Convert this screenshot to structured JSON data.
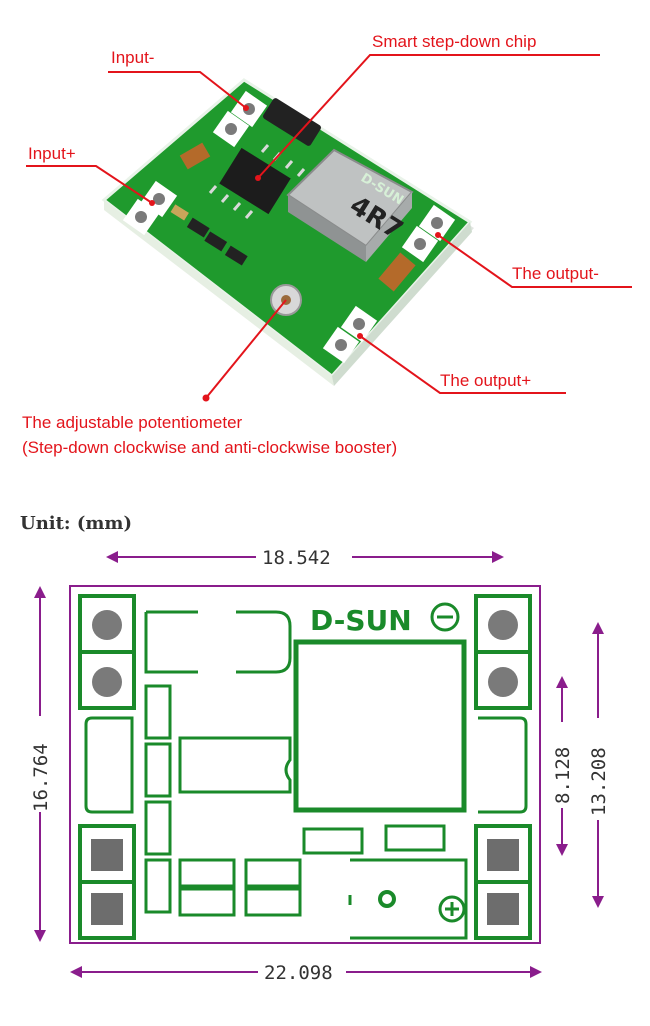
{
  "photo": {
    "labels": {
      "input_minus": "Input-",
      "smart_chip": "Smart step-down chip",
      "input_plus": "Input+",
      "output_minus": "The output-",
      "output_plus": "The output+",
      "potentiometer_line1": "The adjustable potentiometer",
      "potentiometer_line2": "(Step-down clockwise and anti-clockwise booster)"
    },
    "board_markings": {
      "inductor": "4R7",
      "silk": "D-SUN"
    }
  },
  "drawing": {
    "unit": "Unit: (mm)",
    "brand": "D-SUN",
    "dimensions": {
      "top_width": "18.542",
      "total_width": "22.098",
      "height": "16.764",
      "pad_span": "13.208",
      "pad_pitch": "8.128"
    }
  },
  "colors": {
    "label_red": "#e3141b",
    "pcb_green": "#1f9a2d",
    "outline_purple": "#8a1d8c",
    "silkscreen_green": "#1a8a2a"
  }
}
